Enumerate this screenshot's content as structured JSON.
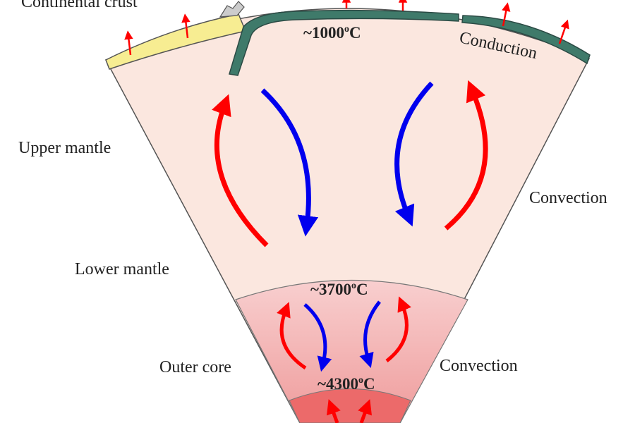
{
  "labels": {
    "continental_crust": "Continental crust",
    "upper_mantle": "Upper mantle",
    "lower_mantle": "Lower mantle",
    "outer_core": "Outer core",
    "conduction": "Conduction",
    "convection_mantle": "Convection",
    "convection_core": "Convection"
  },
  "temperatures": {
    "t1": {
      "prefix": "~1000",
      "sup": "o",
      "unit": "C"
    },
    "t2": {
      "prefix": "~3700",
      "sup": "o",
      "unit": "C"
    },
    "t3": {
      "prefix": "~4300",
      "sup": "o",
      "unit": "C"
    }
  },
  "colors": {
    "mantle": "#fbe7df",
    "outer_core_top": "#f8cfcf",
    "outer_core_bottom": "#ef9c9c",
    "inner_core": "#ec6a6a",
    "continental_crust": "#f7ed92",
    "oceanic_crust": "#3f7a6a",
    "hot_arrow": "#ff0000",
    "cold_arrow": "#0000ee"
  },
  "icons": {
    "hot": "red-upward-arrow-icon",
    "cold": "blue-downward-arrow-icon"
  }
}
